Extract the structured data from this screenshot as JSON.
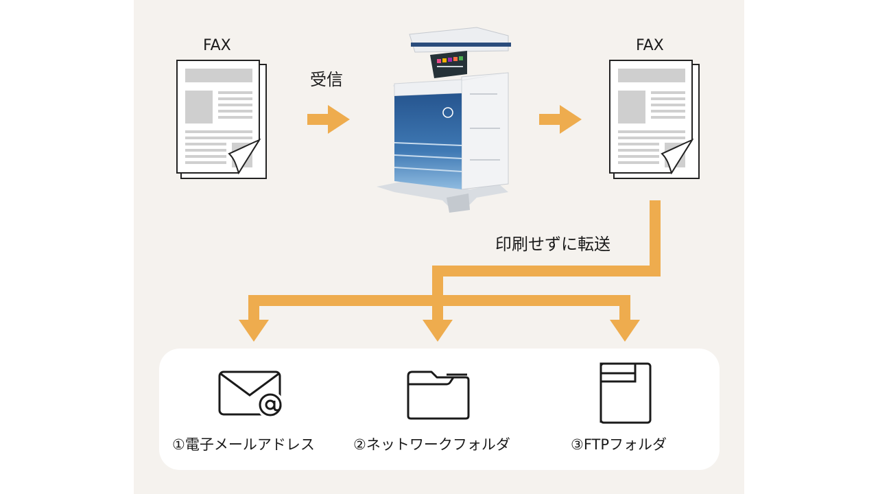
{
  "fax_left_label": "FAX",
  "fax_right_label": "FAX",
  "receive_label": "受信",
  "forward_label": "印刷せずに転送",
  "destinations": [
    {
      "label": "①電子メールアドレス",
      "icon": "mail-at-icon"
    },
    {
      "label": "②ネットワークフォルダ",
      "icon": "folder-icon"
    },
    {
      "label": "③FTPフォルダ",
      "icon": "ftp-server-icon"
    }
  ],
  "colors": {
    "background": "#f5f2ee",
    "arrow": "#eeac4e",
    "card": "#ffffff",
    "printer_blue": "#2e5f98"
  }
}
